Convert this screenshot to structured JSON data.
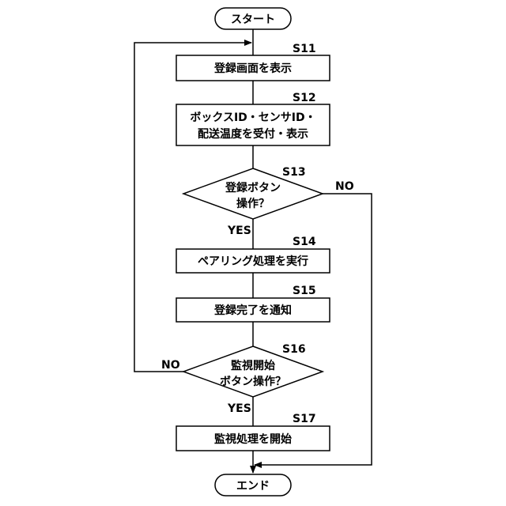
{
  "terminals": {
    "start": "スタート",
    "end": "エンド"
  },
  "steps": {
    "s11": {
      "id": "S11",
      "text": "登録画面を表示"
    },
    "s12": {
      "id": "S12",
      "line1": "ボックスID・センサID・",
      "line2": "配送温度を受付・表示"
    },
    "s13": {
      "id": "S13",
      "line1": "登録ボタン",
      "line2": "操作？"
    },
    "s14": {
      "id": "S14",
      "text": "ペアリング処理を実行"
    },
    "s15": {
      "id": "S15",
      "text": "登録完了を通知"
    },
    "s16": {
      "id": "S16",
      "line1": "監視開始",
      "line2": "ボタン操作？"
    },
    "s17": {
      "id": "S17",
      "text": "監視処理を開始"
    }
  },
  "branches": {
    "yes": "YES",
    "no": "NO"
  }
}
